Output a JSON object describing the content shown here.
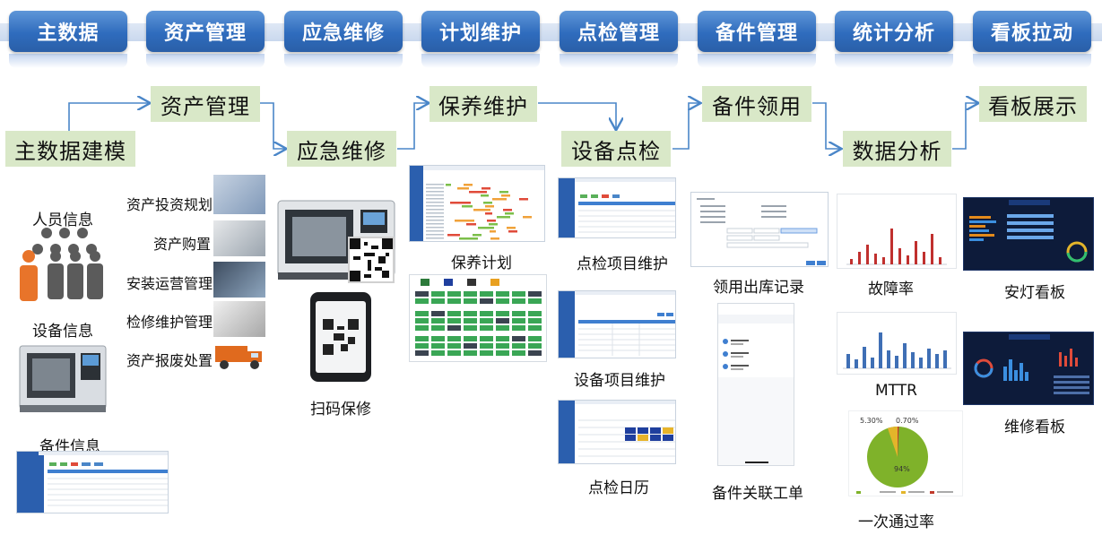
{
  "tabs": [
    "主数据",
    "资产管理",
    "应急维修",
    "计划维护",
    "点检管理",
    "备件管理",
    "统计分析",
    "看板拉动"
  ],
  "flow": {
    "master": "主数据建模",
    "asset": "资产管理",
    "repair": "应急维修",
    "maintain": "保养维护",
    "inspect": "设备点检",
    "spare": "备件领用",
    "analysis": "数据分析",
    "board": "看板展示"
  },
  "master_col": {
    "people": "人员信息",
    "equipment": "设备信息",
    "spares": "备件信息"
  },
  "asset_items": [
    "资产投资规划",
    "资产购置",
    "安装运营管理",
    "检修维护管理",
    "资产报废处置"
  ],
  "captions": {
    "scan_repair": "扫码保修",
    "maintain_plan": "保养计划",
    "inspect_item": "点检项目维护",
    "equip_item": "设备项目维护",
    "inspect_calendar": "点检日历",
    "issue_record": "领用出库记录",
    "spare_order": "备件关联工单",
    "failure_rate": "故障率",
    "mttr": "MTTR",
    "first_pass": "一次通过率",
    "andon_board": "安灯看板",
    "repair_board": "维修看板"
  },
  "pie_labels": [
    "5.30%",
    "0.70%",
    "94%"
  ],
  "colors": {
    "tab": "#2f6cbd",
    "process": "#d9e8c8",
    "arrow": "#4a86c8",
    "bar_red": "#c0302e",
    "bar_blue": "#3f6fb5",
    "pie_green": "#7fb22a",
    "pie_yellow": "#e3b52a"
  }
}
